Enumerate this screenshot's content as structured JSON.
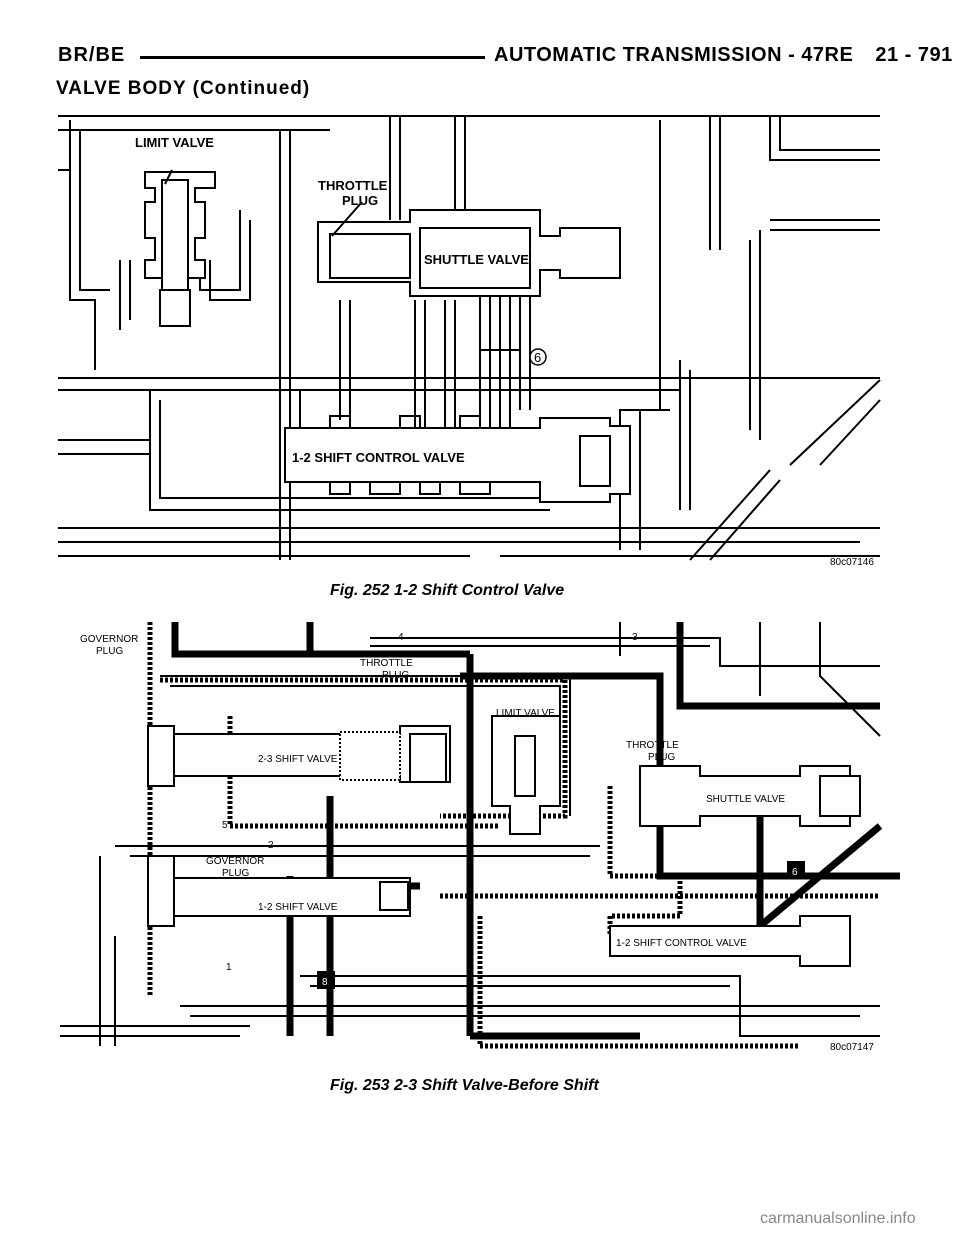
{
  "header": {
    "section_code": "BR/BE",
    "title": "AUTOMATIC TRANSMISSION - 47RE",
    "page_number": "21 - 791"
  },
  "section_title": "VALVE BODY (Continued)",
  "figure1": {
    "caption": "Fig. 252 1-2 Shift Control Valve",
    "image_code": "80c07146",
    "labels": {
      "limit_valve": "LIMIT VALVE",
      "throttle": "THROTTLE",
      "plug": "PLUG",
      "shuttle_valve": "SHUTTLE VALVE",
      "control_valve": "1-2 SHIFT CONTROL VALVE",
      "callout": "6"
    }
  },
  "figure2": {
    "caption": "Fig. 253 2-3 Shift Valve-Before Shift",
    "image_code": "80c07147",
    "labels": {
      "governor": "GOVERNOR",
      "plug": "PLUG",
      "throttle": "THROTTLE",
      "limit_valve": "LIMIT VALVE",
      "shift_23": "2-3 SHIFT VALVE",
      "shift_12": "1-2 SHIFT VALVE",
      "shuttle_valve": "SHUTTLE VALVE",
      "control_valve": "1-2 SHIFT CONTROL VALVE",
      "c1": "1",
      "c2": "2",
      "c3": "3",
      "c4": "4",
      "c5": "5",
      "c6": "6",
      "c8": "8"
    }
  },
  "watermark": "carmanualsonline.info"
}
